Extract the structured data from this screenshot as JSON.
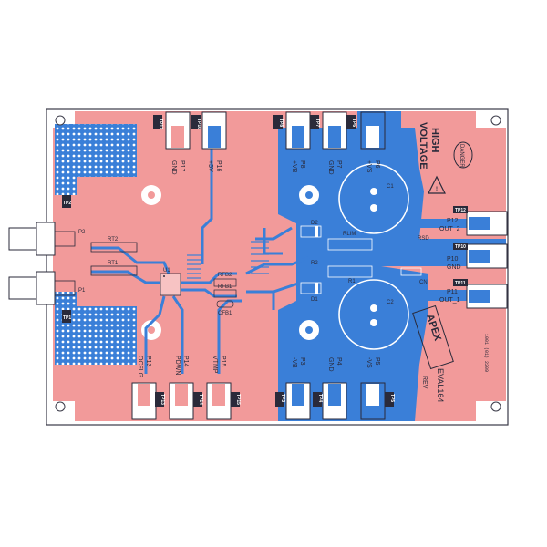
{
  "colors": {
    "board_outline": "#3a3a48",
    "top_copper": "#f29a9a",
    "bottom_copper": "#3a7fd8",
    "silk": "#2a2a3a",
    "via": "#ffffff"
  },
  "warning": {
    "line1": "HIGH",
    "line2": "VOLTAGE",
    "sign": "DANGER"
  },
  "brand": {
    "logo": "APEX",
    "board_name": "EVAL164",
    "rev": "REV",
    "side_code": "1001 (01) 2209"
  },
  "top_connectors": [
    {
      "tp": "TP17",
      "ref": "P17",
      "net": "GND"
    },
    {
      "tp": "TP16",
      "ref": "P16",
      "net": "+5V"
    },
    {
      "tp": "TP8",
      "ref": "P8",
      "net": "+VB"
    },
    {
      "tp": "TP7",
      "ref": "P7",
      "net": "GND"
    },
    {
      "tp": "TP6",
      "ref": "P6",
      "net": "+VS"
    }
  ],
  "bottom_connectors": [
    {
      "tp": "TP13",
      "ref": "P13",
      "net": "OCFLG"
    },
    {
      "tp": "TP14",
      "ref": "P14",
      "net": "PDWN"
    },
    {
      "tp": "TP15",
      "ref": "P15",
      "net": "VTMP"
    },
    {
      "tp": "TP3",
      "ref": "P3",
      "net": "-VB"
    },
    {
      "tp": "TP4",
      "ref": "P4",
      "net": "GND"
    },
    {
      "tp": "TP5",
      "ref": "P5",
      "net": "-VS"
    }
  ],
  "right_connectors": [
    {
      "tp": "TP12",
      "ref": "P12",
      "net": "OUT_2"
    },
    {
      "tp": "TP10",
      "ref": "P10",
      "net": "GND"
    },
    {
      "tp": "TP11",
      "ref": "P11",
      "net": "OUT_1"
    }
  ],
  "left_inputs": [
    {
      "tp": "TP2",
      "ref": "P2",
      "resistor": "RT2"
    },
    {
      "tp": "TP1",
      "ref": "P1",
      "resistor": "RT1"
    }
  ],
  "components": {
    "rfb2": "RFB2",
    "rfb1": "RFB1",
    "cfb1": "CFB1",
    "rlim": "RLIM",
    "rsd": "RSD",
    "d2": "D2",
    "d1": "D1",
    "c1": "C1",
    "c2": "C2",
    "u1": "U1",
    "r1": "R1",
    "r2": "R2",
    "cn": "CN"
  }
}
